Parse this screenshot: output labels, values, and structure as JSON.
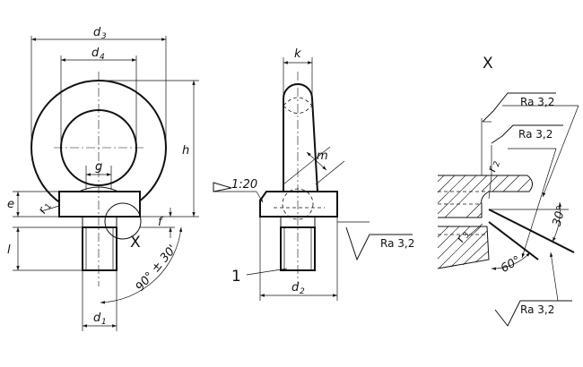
{
  "labels": {
    "d3": "d",
    "d3_sub": "3",
    "d4": "d",
    "d4_sub": "4",
    "h": "h",
    "g": "g",
    "e": "e",
    "r1": "r",
    "r1_sub": "1",
    "f": "f",
    "l": "l",
    "d1": "d",
    "d1_sub": "1",
    "angle": "90° ± 30'",
    "x_view1": "X",
    "k": "k",
    "m": "m",
    "taper": "1:20",
    "ra_mid": "Ra 3,2",
    "part_1": "1",
    "d2": "d",
    "d2_sub": "2",
    "x_title": "X",
    "ra_top1": "Ra 3,2",
    "ra_top2": "Ra 3,2",
    "r2": "r",
    "r2_sub": "2",
    "r3": "r",
    "r3_sub": "3",
    "deg30": "30°",
    "deg60": "60°",
    "ra_bottom": "Ra 3,2"
  }
}
